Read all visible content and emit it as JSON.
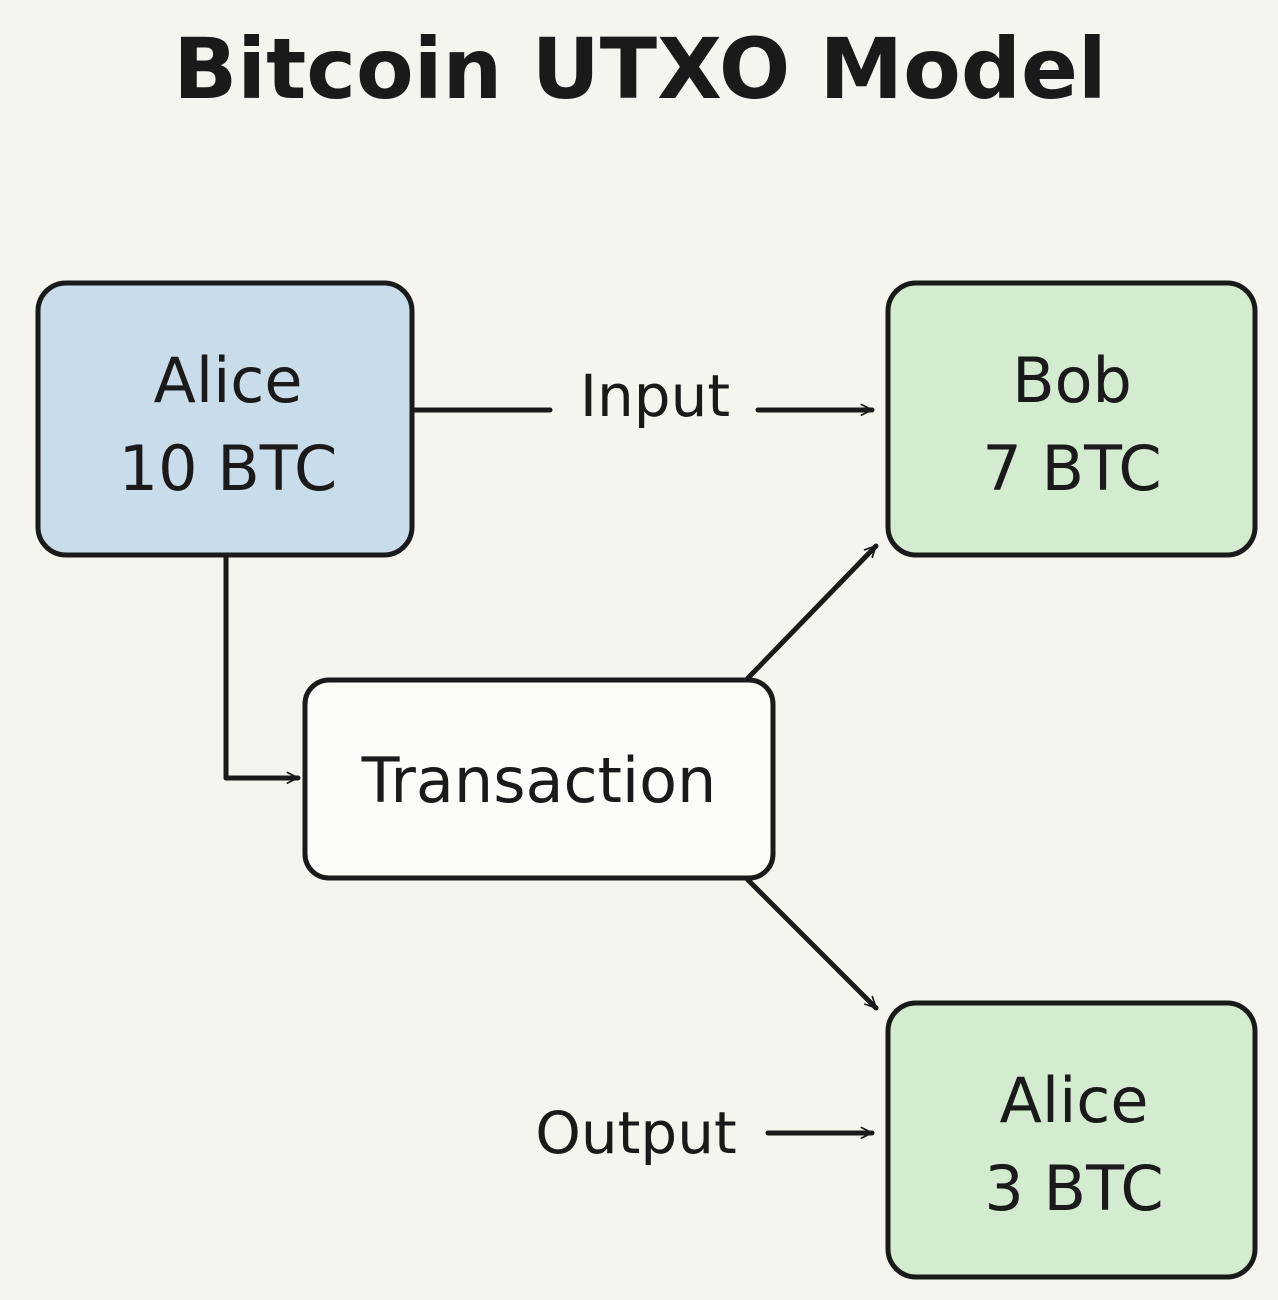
{
  "title": "Bitcoin UTXO Model",
  "colors": {
    "background": "#f6f4ef",
    "input_box": "#c8dcea",
    "output_box": "#d3ecd0",
    "transaction_box": "#fdfcf8",
    "stroke": "#1a1a1a"
  },
  "nodes": {
    "alice_input": {
      "name": "Alice",
      "amount": "10 BTC"
    },
    "bob_output": {
      "name": "Bob",
      "amount": "7 BTC"
    },
    "transaction": {
      "label": "Transaction"
    },
    "alice_change": {
      "name": "Alice",
      "amount": "3 BTC"
    }
  },
  "labels": {
    "input": "Input",
    "output": "Output"
  }
}
